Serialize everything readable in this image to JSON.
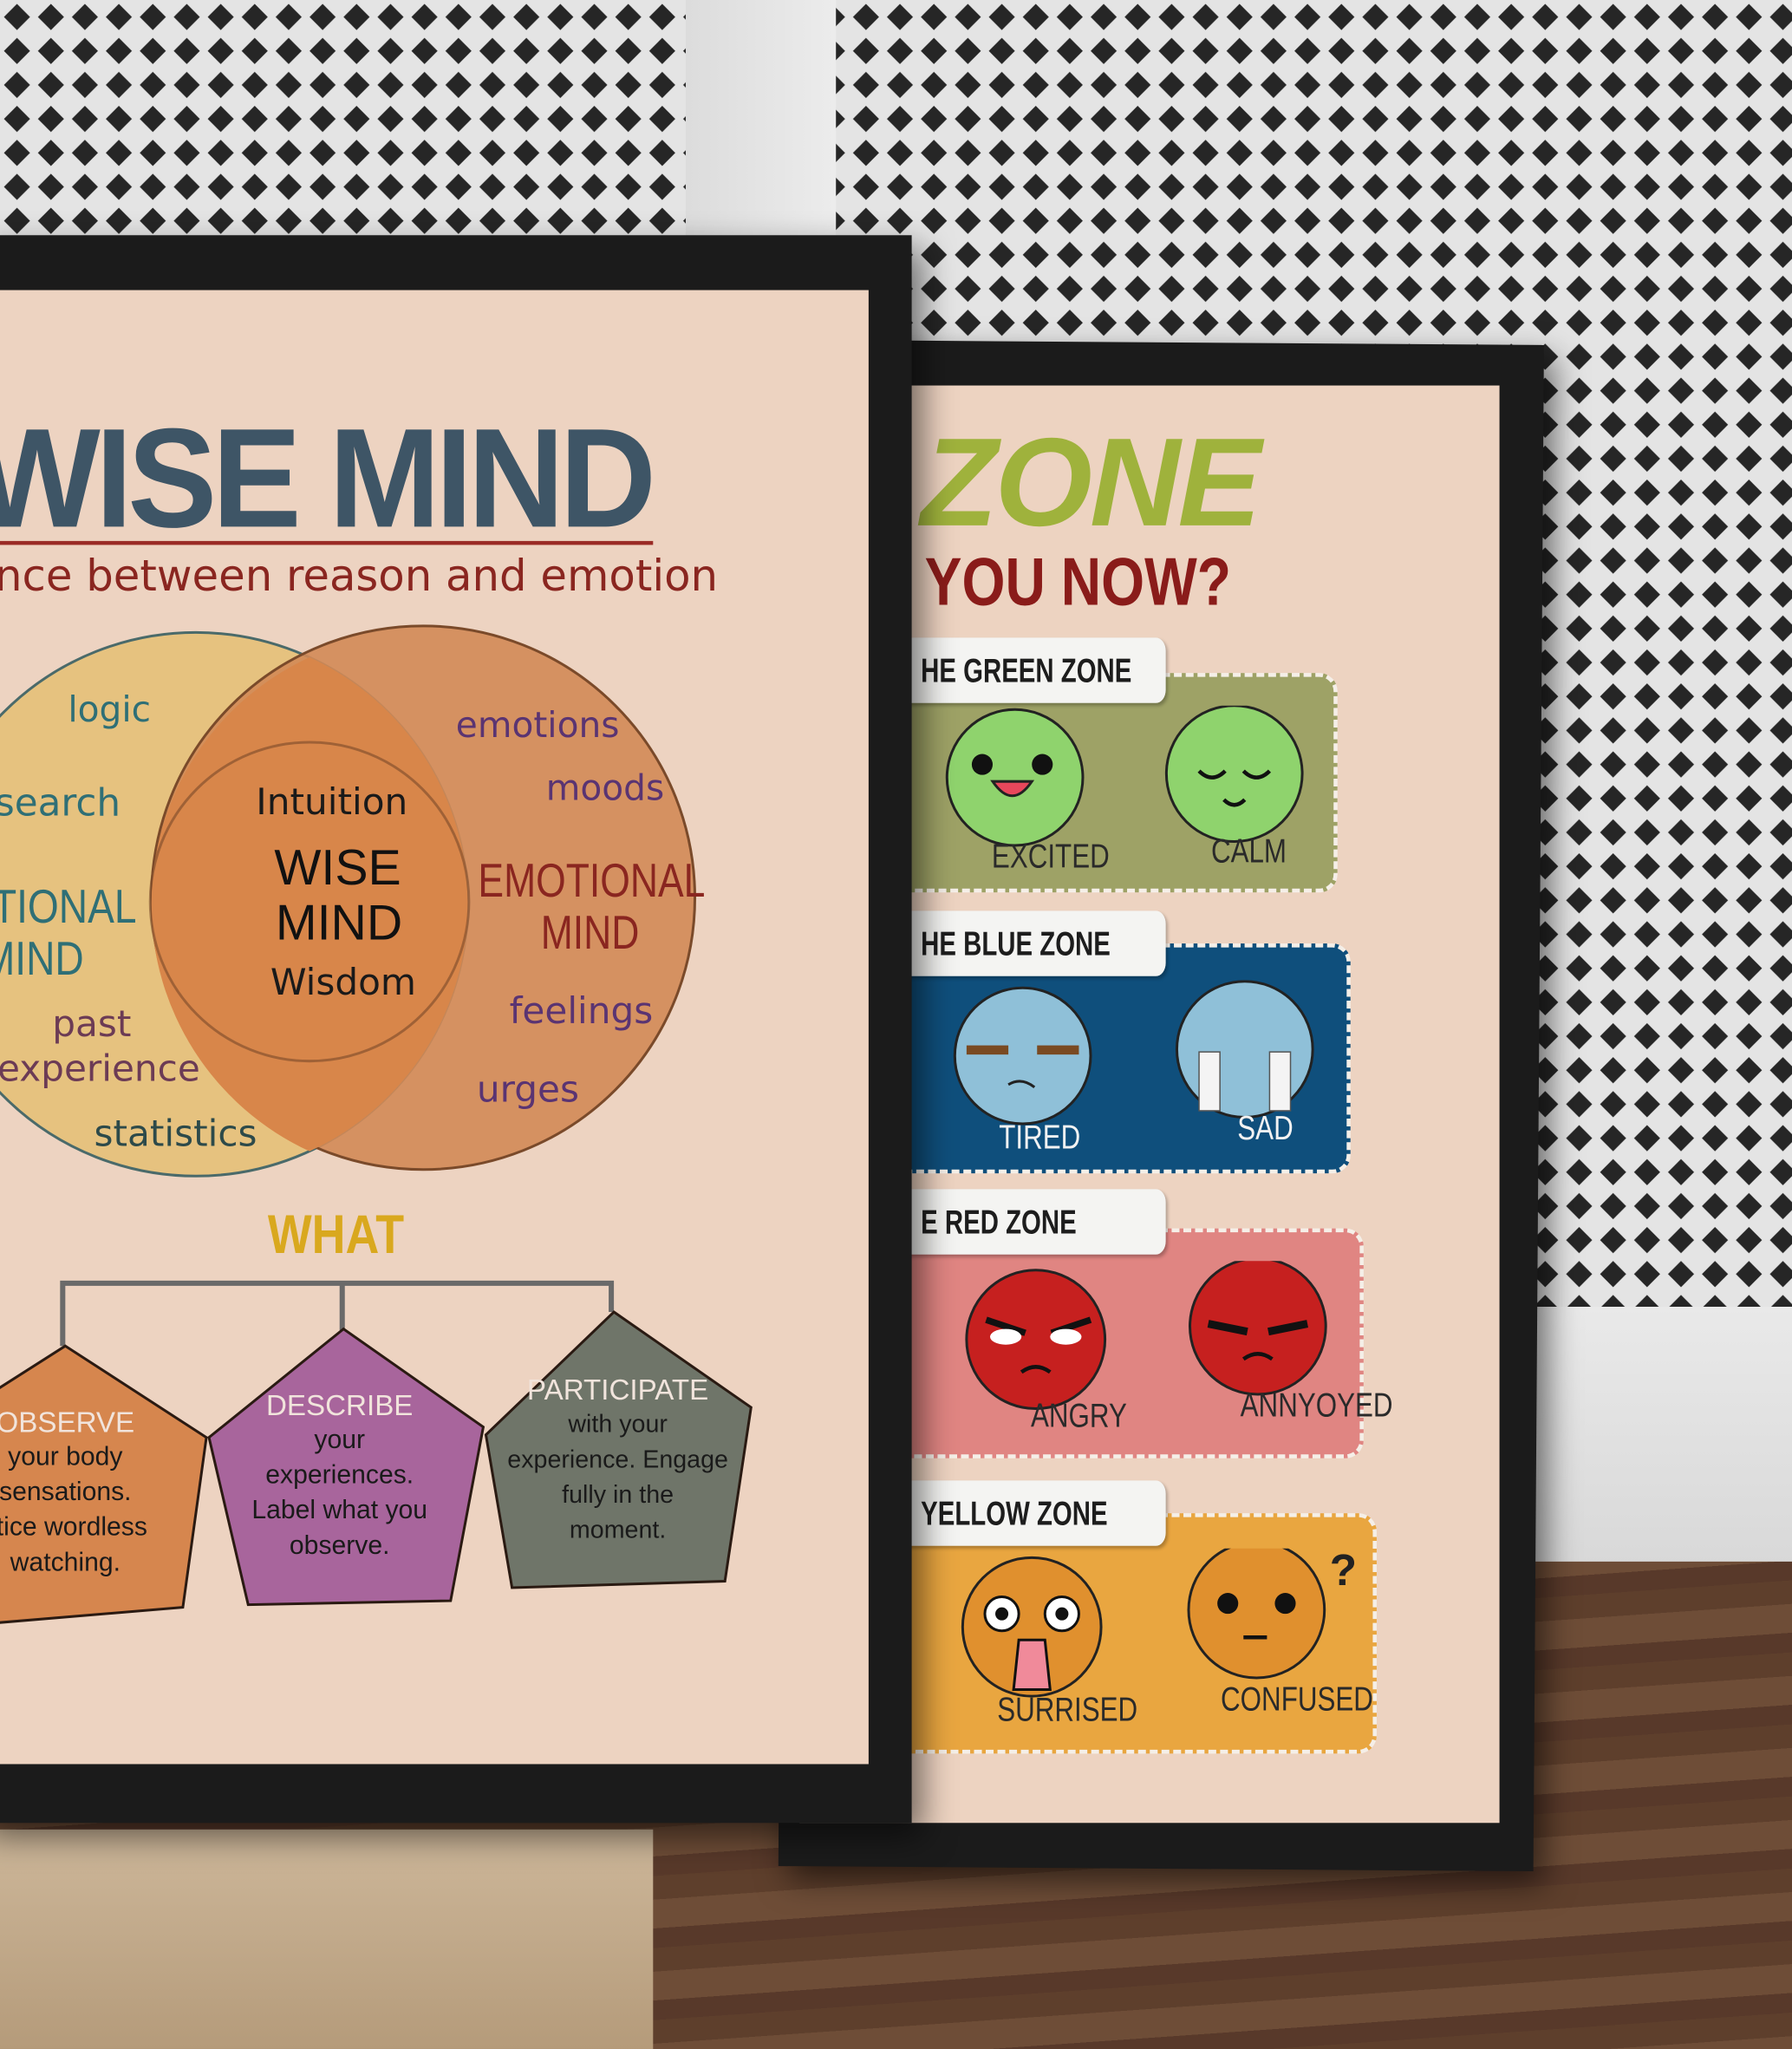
{
  "wise_mind_poster": {
    "title": "WISE MIND",
    "subtitle": "nce between reason and emotion",
    "reasonable_mind": {
      "items": [
        "logic",
        "search",
        "past",
        "experience",
        "statistics"
      ],
      "label_line1": "TIONAL",
      "label_line2": "MIND"
    },
    "wise_mind": {
      "top": "Intuition",
      "label_line1": "WISE",
      "label_line2": "MIND",
      "bottom": "Wisdom"
    },
    "emotional_mind": {
      "items": [
        "emotions",
        "moods",
        "feelings",
        "urges"
      ],
      "label_line1": "EMOTIONAL",
      "label_line2": "MIND"
    },
    "what": {
      "heading": "WHAT",
      "skills": [
        {
          "name": "OBSERVE",
          "lines": [
            "your body",
            "sensations.",
            "ctice wordless",
            "watching."
          ],
          "color": "#d6864e"
        },
        {
          "name": "DESCRIBE",
          "lines": [
            "your",
            "experiences.",
            "Label what you",
            "observe."
          ],
          "color": "#a8659c"
        },
        {
          "name": "PARTICIPATE",
          "lines": [
            "with your",
            "experience. Engage",
            "fully in the",
            "moment."
          ],
          "color": "#6f7569"
        }
      ]
    },
    "colors": {
      "reason_circle": "#e6c27f",
      "emotion_circle": "#d18a56",
      "overlap": "#d8864a",
      "background": "#edd3c1"
    }
  },
  "zones_poster": {
    "title": "ZONE",
    "question": "YOU NOW?",
    "zones": [
      {
        "label": "HE GREEN ZONE",
        "color": "#9ea266",
        "face_color": "#8fd36d",
        "faces": [
          "EXCITED",
          "CALM"
        ]
      },
      {
        "label": "HE BLUE ZONE",
        "color": "#0f4f7c",
        "face_color": "#8fc0d8",
        "faces": [
          "TIRED",
          "SAD"
        ]
      },
      {
        "label": "E RED ZONE",
        "color": "#e08582",
        "face_color": "#c6201f",
        "faces": [
          "ANGRY",
          "ANNYOYED"
        ]
      },
      {
        "label": "YELLOW ZONE",
        "color": "#e9a640",
        "face_color": "#e0902e",
        "faces": [
          "SURRISED",
          "CONFUSED"
        ]
      }
    ],
    "confused_mark": "?"
  }
}
